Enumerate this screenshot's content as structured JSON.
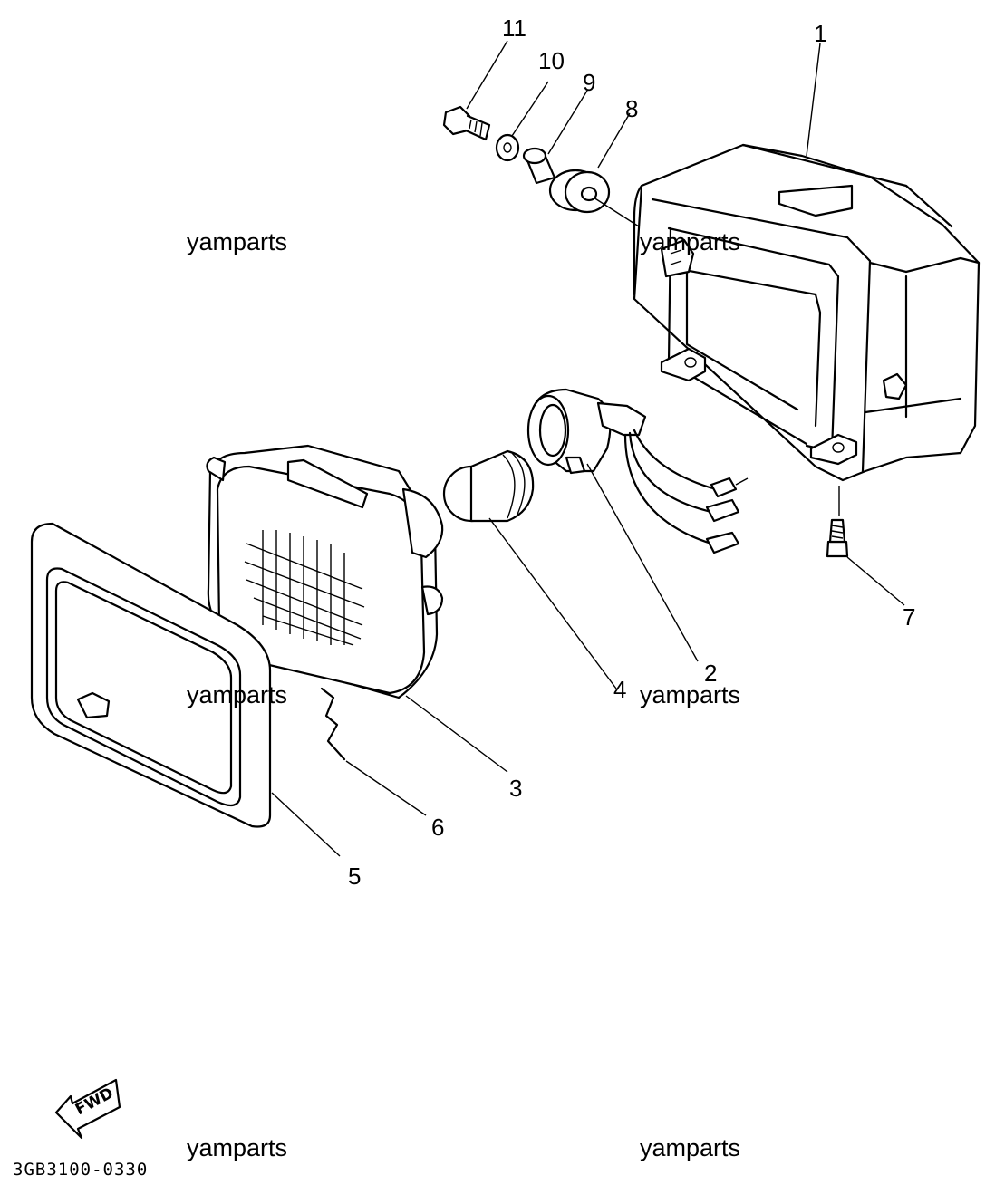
{
  "callouts": [
    {
      "num": "1"
    },
    {
      "num": "2"
    },
    {
      "num": "3"
    },
    {
      "num": "4"
    },
    {
      "num": "5"
    },
    {
      "num": "6"
    },
    {
      "num": "7"
    },
    {
      "num": "8"
    },
    {
      "num": "9"
    },
    {
      "num": "10"
    },
    {
      "num": "11"
    }
  ],
  "watermarks": [
    "yamparts",
    "yamparts",
    "yamparts",
    "yamparts",
    "yamparts",
    "yamparts"
  ],
  "direction_label": "FWD",
  "diagram_code": "3GB3100-0330"
}
